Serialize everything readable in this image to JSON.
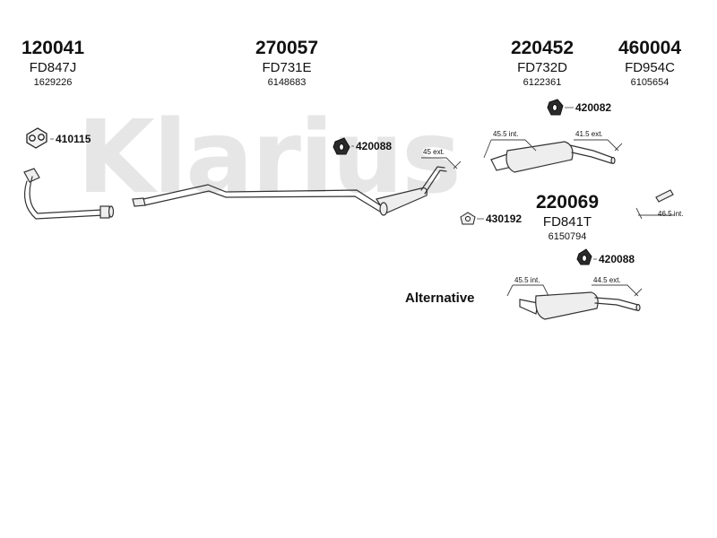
{
  "watermark": "Klarius",
  "parts": [
    {
      "number": "120041",
      "code": "FD847J",
      "oe": "1629226"
    },
    {
      "number": "270057",
      "code": "FD731E",
      "oe": "6148683"
    },
    {
      "number": "220452",
      "code": "FD732D",
      "oe": "6122361"
    },
    {
      "number": "460004",
      "code": "FD954C",
      "oe": "6105654"
    },
    {
      "number": "220069",
      "code": "FD841T",
      "oe": "6150794"
    }
  ],
  "fittings": {
    "gasket": "410115",
    "hanger_1": "420088",
    "hanger_2": "420082",
    "hanger_3": "430192",
    "hanger_4": "420088"
  },
  "dimensions": {
    "d1": "45 ext.",
    "d2": "45.5 int.",
    "d3": "41.5 ext.",
    "d4": "46.5 int.",
    "d5": "45.5 int.",
    "d6": "44.5 ext."
  },
  "alternative_label": "Alternative",
  "icons": [
    "gasket-icon",
    "rubber-hanger-icon",
    "tailpipe-icon",
    "front-pipe-icon",
    "muffler-icon"
  ]
}
